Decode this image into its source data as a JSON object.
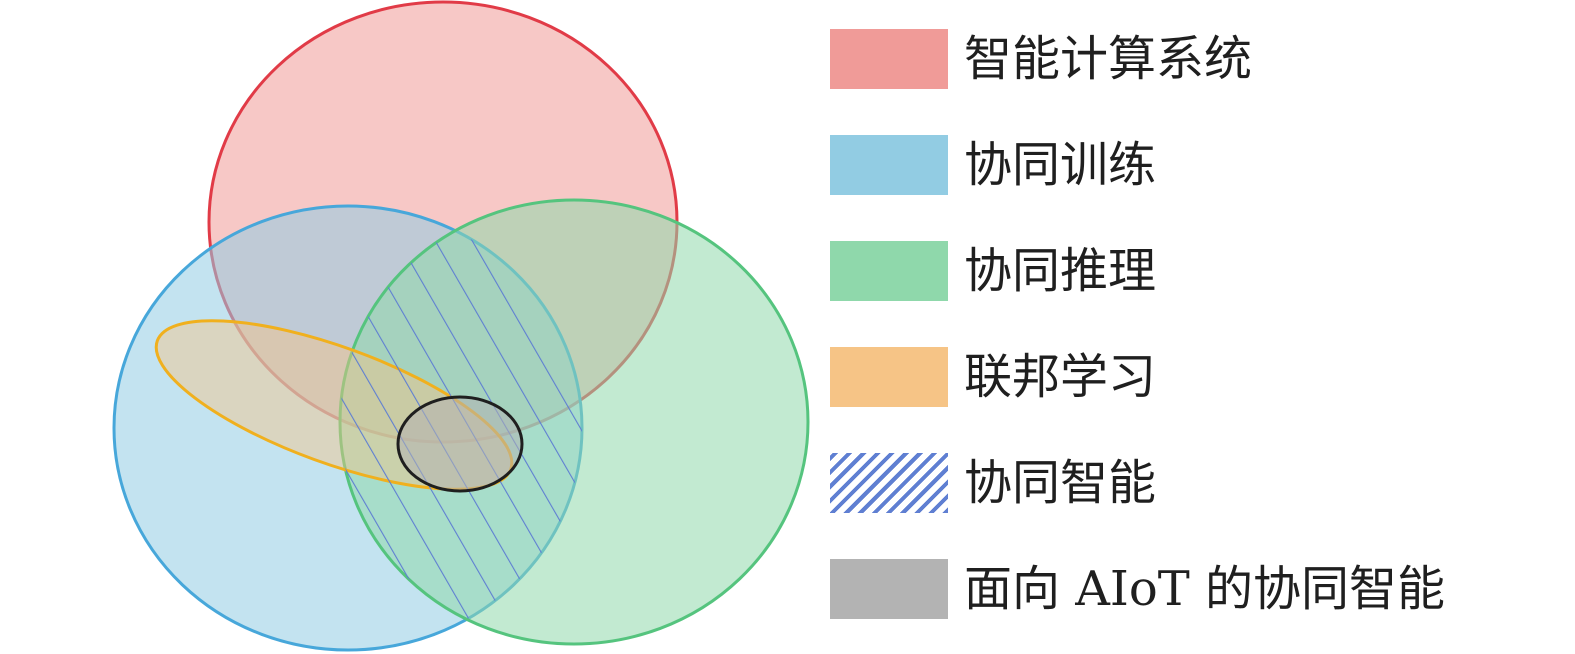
{
  "colors": {
    "intelligent_computing": "#f09b98",
    "collab_training": "#92cce3",
    "collab_inference": "#8fd8ab",
    "federated_learning": "#f6c486",
    "collab_intelligence_hatch": "#5f7fd2",
    "aiot_collab_intelligence": "#b3b3b3"
  },
  "legend": {
    "items": [
      {
        "label": "智能计算系统",
        "swatch": "solid",
        "color": "#f09b98"
      },
      {
        "label": "协同训练",
        "swatch": "solid",
        "color": "#92cce3"
      },
      {
        "label": "协同推理",
        "swatch": "solid",
        "color": "#8fd8ab"
      },
      {
        "label": "联邦学习",
        "swatch": "solid",
        "color": "#f6c486"
      },
      {
        "label": "协同智能",
        "swatch": "hatch",
        "color": "#5f7fd2"
      },
      {
        "label": "面向 AIoT 的协同智能",
        "swatch": "solid",
        "color": "#b3b3b3"
      }
    ]
  }
}
